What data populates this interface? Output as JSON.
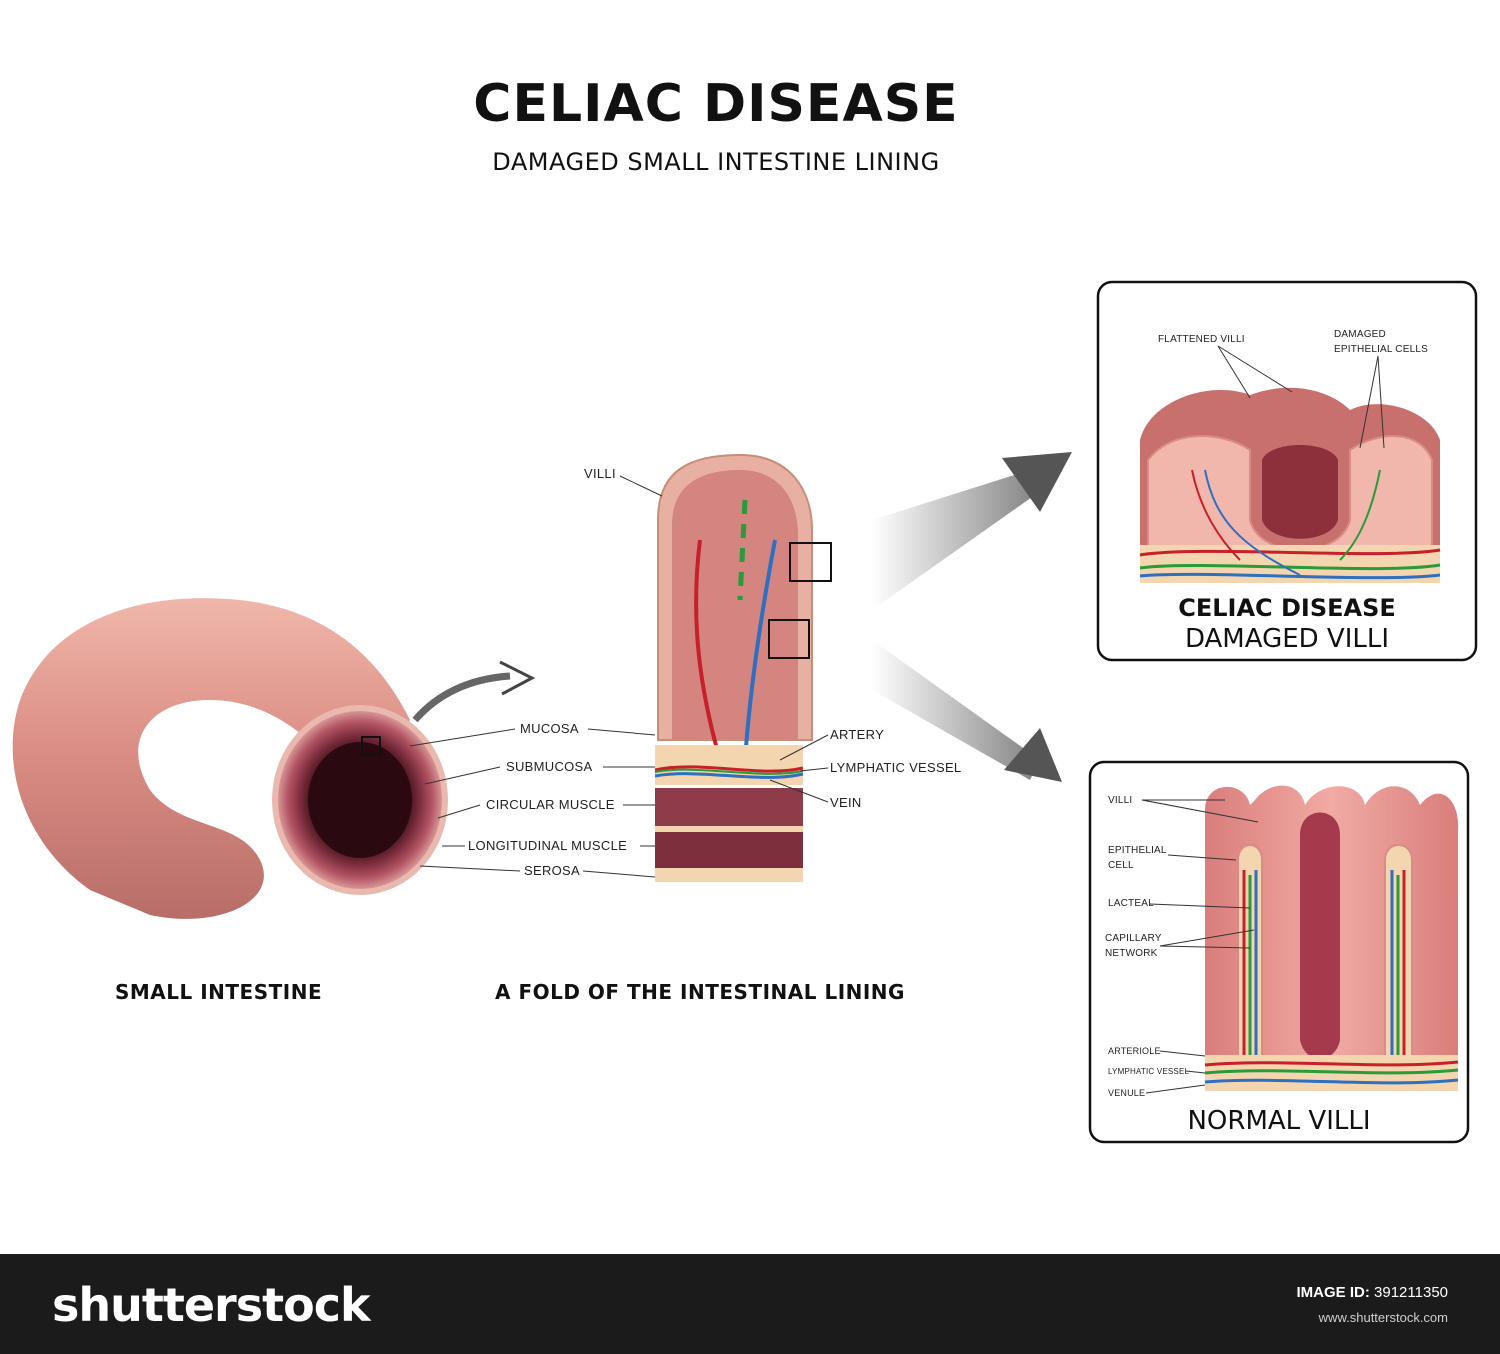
{
  "title": "CELIAC DISEASE",
  "subtitle": "DAMAGED SMALL INTESTINE LINING",
  "captions": {
    "small_intestine": "SMALL INTESTINE",
    "fold": "A FOLD OF THE INTESTINAL LINING"
  },
  "layer_labels": {
    "mucosa": "MUCOSA",
    "submucosa": "SUBMUCOSA",
    "circular_muscle": "CIRCULAR MUSCLE",
    "longitudinal_muscle": "LONGITUDINAL MUSCLE",
    "serosa": "SEROSA"
  },
  "fold_labels": {
    "villi": "VILLI",
    "artery": "ARTERY",
    "lymphatic_vessel": "LYMPHATIC VESSEL",
    "vein": "VEIN"
  },
  "damaged_panel": {
    "flattened_villi": "FLATTENED VILLI",
    "damaged_cells_line1": "DAMAGED",
    "damaged_cells_line2": "EPITHELIAL CELLS",
    "title_line1": "CELIAC DISEASE",
    "title_line2": "DAMAGED VILLI"
  },
  "normal_panel": {
    "villi": "VILLI",
    "epithelial_line1": "EPITHELIAL",
    "epithelial_line2": "CELL",
    "lacteal": "LACTEAL",
    "capillary_line1": "CAPILLARY",
    "capillary_line2": "NETWORK",
    "arteriole": "ARTERIOLE",
    "lymphatic_vessel": "LYMPHATIC VESSEL",
    "venule": "VENULE",
    "title": "NORMAL VILLI"
  },
  "footer": {
    "brand": "shutterstock",
    "image_id_label": "IMAGE ID:",
    "image_id": "391211350",
    "site": "www.shutterstock.com"
  },
  "colors": {
    "tissue_pink": "#d98c86",
    "tissue_light": "#f2c7bd",
    "muscle": "#8e3b4a",
    "submucosa": "#f3d6b0",
    "artery": "#c8202a",
    "vein": "#2f6fc0",
    "lymph": "#2a9a3a",
    "arrow_gray": "#555555",
    "footer_bg": "#1b1b1b"
  }
}
